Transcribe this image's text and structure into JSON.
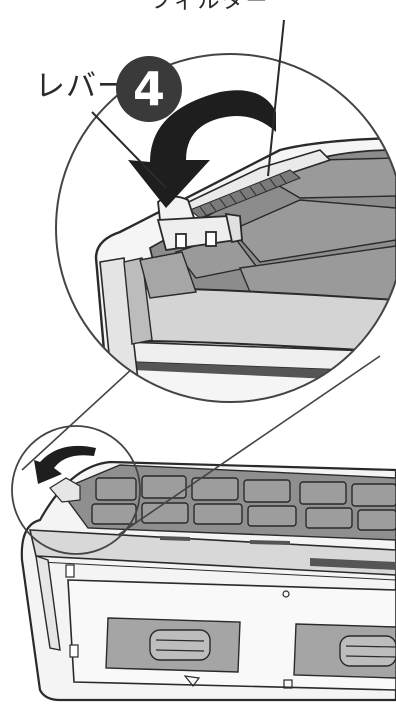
{
  "labels": {
    "lever": "レバー",
    "step_number": "4",
    "filter_label_partial": "フィルター"
  },
  "colors": {
    "line": "#2a2a2a",
    "unit_body": "#f2f2f2",
    "filter_fill": "#8c8c8c",
    "arrow": "#1e1e1e"
  }
}
